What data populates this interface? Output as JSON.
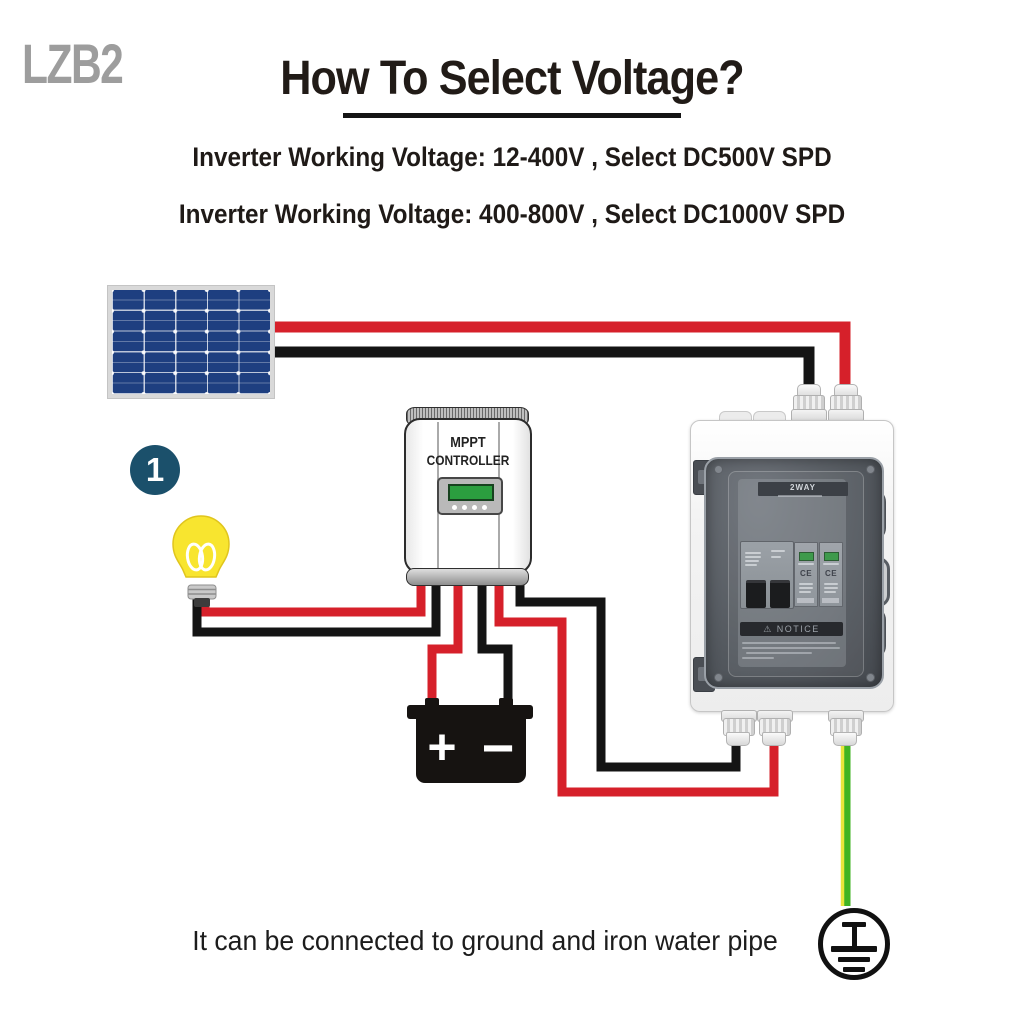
{
  "watermark": "LZB2",
  "header": {
    "title": "How To Select Voltage?",
    "instructions": [
      "Inverter Working Voltage: 12-400V , Select DC500V SPD",
      "Inverter Working Voltage: 400-800V , Select DC1000V SPD"
    ]
  },
  "diagram": {
    "step_badge": "1",
    "mppt": {
      "label_line1": "MPPT",
      "label_line2": "CONTROLLER"
    },
    "battery": {
      "plus_symbol": "+",
      "minus_symbol": "−"
    },
    "spd_box": {
      "panel_label": "2WAY",
      "warning_icon": "⚠",
      "notice_label": "NOTICE",
      "ce_mark": "CE"
    },
    "icons": {
      "solar_panel": "solar-panel-icon",
      "light_bulb": "light-bulb-icon",
      "battery": "battery-icon",
      "ground": "protective-earth-symbol"
    }
  },
  "footer": {
    "caption": "It can be connected to ground and iron water pipe"
  },
  "colors": {
    "wire_red": "#d6202a",
    "wire_black": "#141414",
    "ground_green": "#3fb322",
    "ground_yellow": "#e8e53c",
    "panel_blue": "#1e3f80",
    "badge_teal": "#1b506b",
    "bulb_yellow": "#f8e52f",
    "lcd_green": "#2b9e3f"
  }
}
